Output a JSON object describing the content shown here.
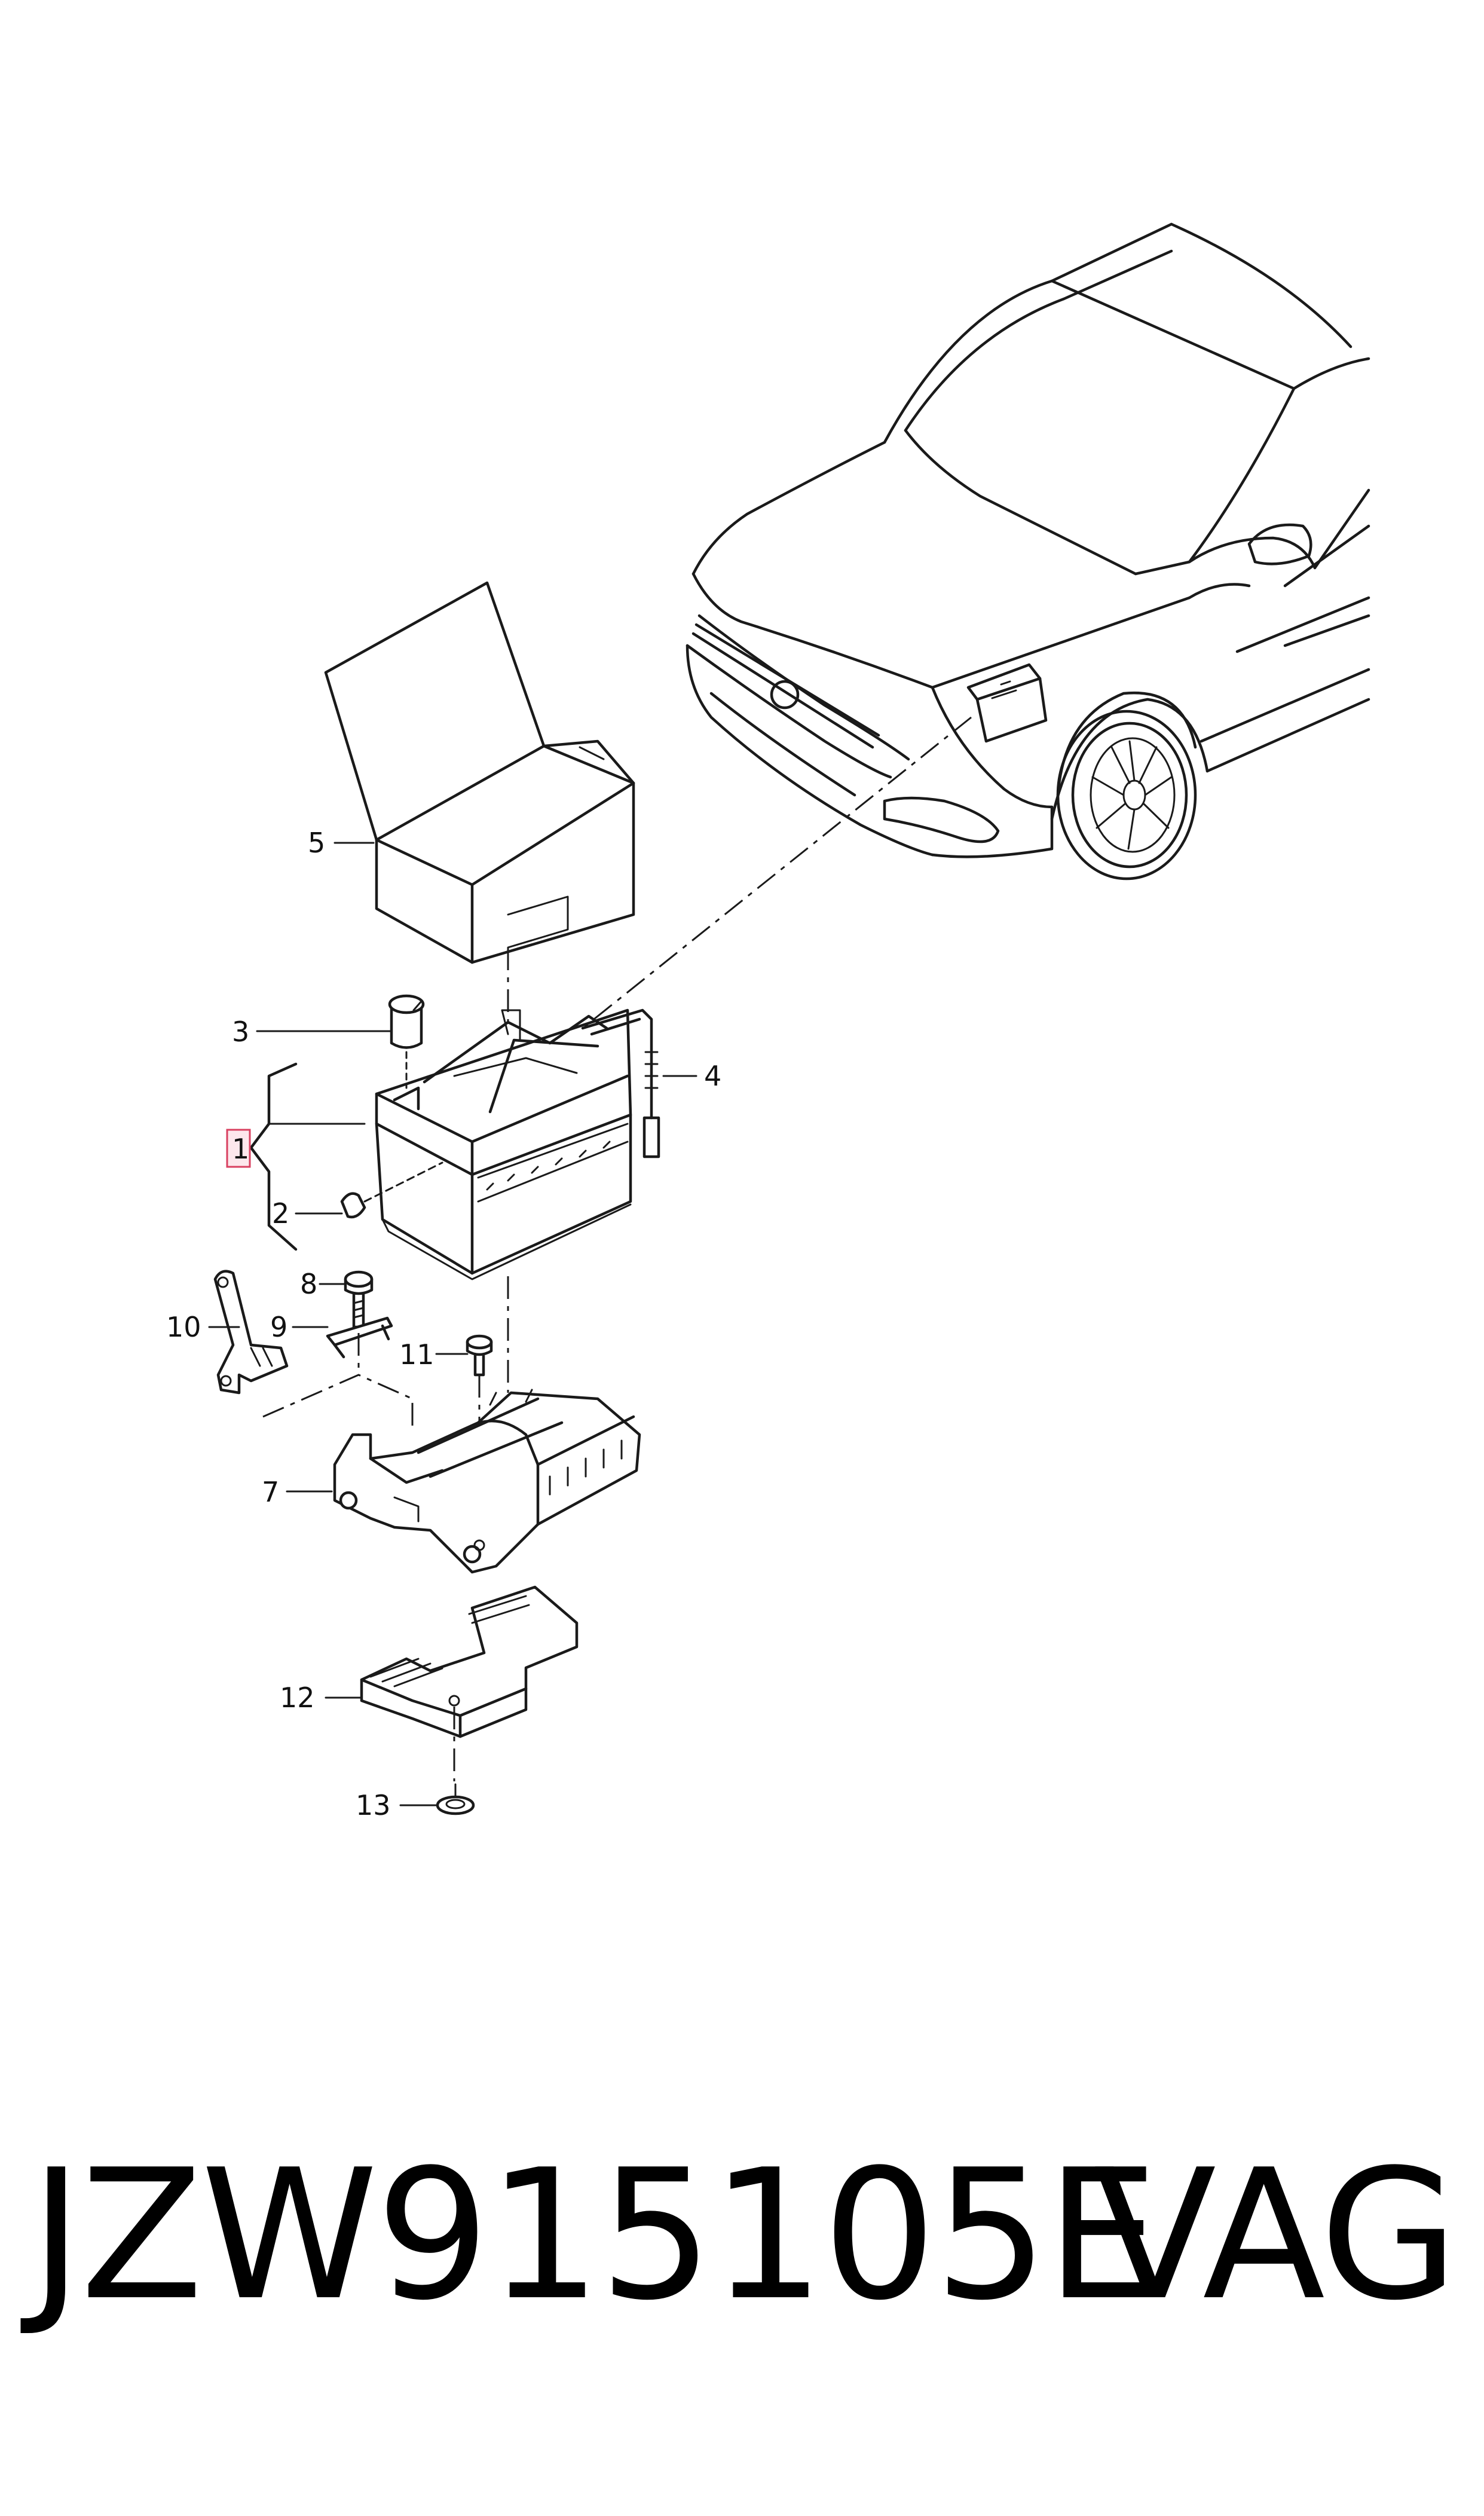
{
  "diagram": {
    "callouts": [
      "1",
      "2",
      "3",
      "4",
      "5",
      "7",
      "8",
      "9",
      "10",
      "11",
      "12",
      "13"
    ],
    "highlight_color": "#d94060"
  },
  "footer": {
    "part_number": "JZW915105E",
    "brand": "VAG"
  }
}
